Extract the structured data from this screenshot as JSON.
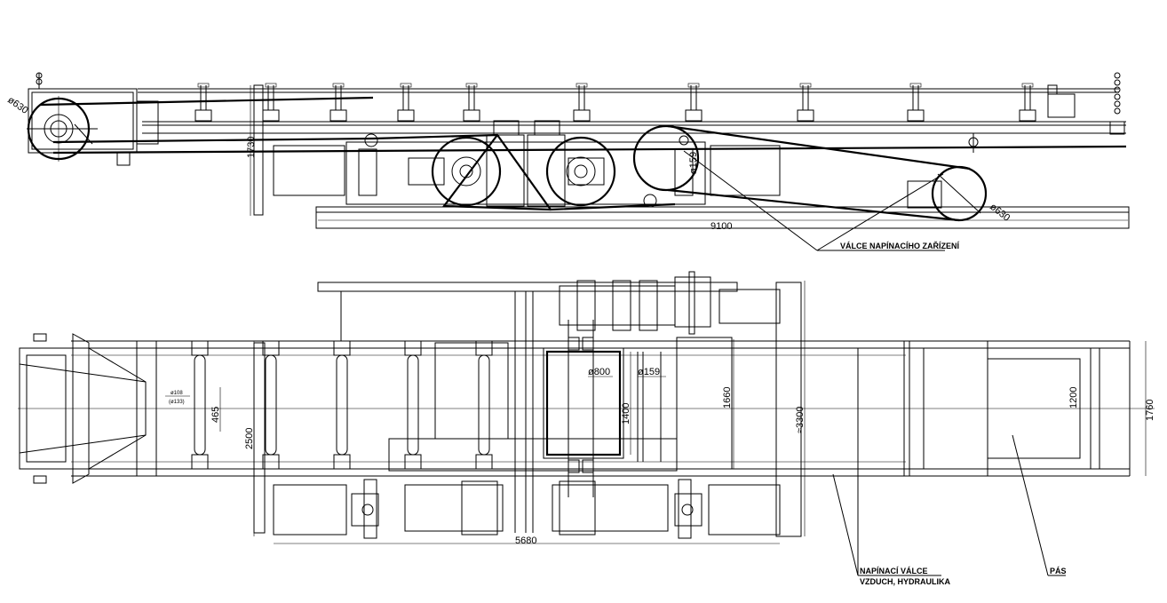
{
  "side_view": {
    "dim_length": "9100",
    "dim_height": "1730",
    "dia_drive_pulley": "ø630",
    "dia_tension_pulley": "ø630",
    "dia_small_roller": "ø159",
    "callout_tension_rollers": "VÁLCE NAPÍNACÍHO ZAŘÍZENÍ"
  },
  "plan_view": {
    "dim_length": "5680",
    "dim_width_frame": "2500",
    "dim_width_total": "≈3300",
    "dim_width_belt": "1760",
    "dim_guide": "1660",
    "dim_drum_len": "1400",
    "dim_inner": "1200",
    "dim_gap": "465",
    "dia_drum": "ø800",
    "dia_roller": "ø159",
    "dia_idler": "ø108",
    "dia_idler_alt": "(ø133)",
    "callout_tension_line1": "NAPÍNACÍ VÁLCE",
    "callout_tension_line2": "VZDUCH, HYDRAULIKA",
    "callout_belt": "PÁS"
  }
}
